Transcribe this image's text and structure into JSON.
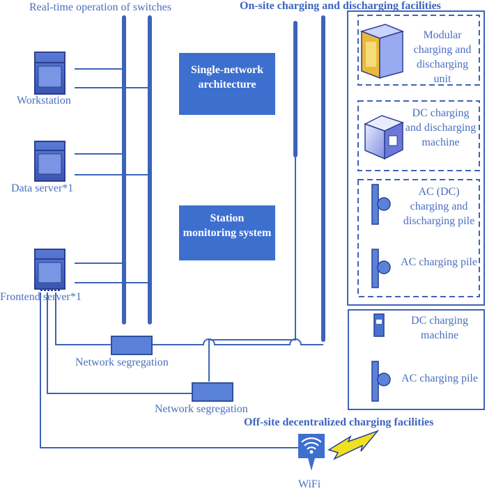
{
  "colors": {
    "line": "#3d63b8",
    "box": "#3d6fcf",
    "text": "#4a6fc0",
    "heading": "#3c64c0",
    "bolt": "#f0e020"
  },
  "labels": {
    "switches_title": "Real-time operation of switches",
    "onsite_title": "On-site charging and discharging facilities",
    "offsite_title": "Off-site decentralized charging facilities",
    "workstation": "Workstation",
    "data_server": "Data server*1",
    "frontend_server": "Frontend server*1",
    "single_network": "Single-network architecture",
    "station_monitoring": "Station monitoring system",
    "network_segregation_1": "Network segregation",
    "network_segregation_2": "Network segregation",
    "wifi": "WiFi"
  },
  "onsite_devices": [
    {
      "label": "Modular charging and discharging unit",
      "icon": "modular-unit-icon"
    },
    {
      "label": "DC charging and discharging machine",
      "icon": "dc-machine-icon"
    },
    {
      "label": "AC (DC) charging and discharging pile",
      "icon": "charging-pile-icon"
    },
    {
      "label": "AC charging pile",
      "icon": "charging-pile-icon"
    }
  ],
  "offsite_devices": [
    {
      "label": "DC charging machine",
      "icon": "dc-charger-icon"
    },
    {
      "label": "AC charging pile",
      "icon": "charging-pile-icon"
    }
  ]
}
